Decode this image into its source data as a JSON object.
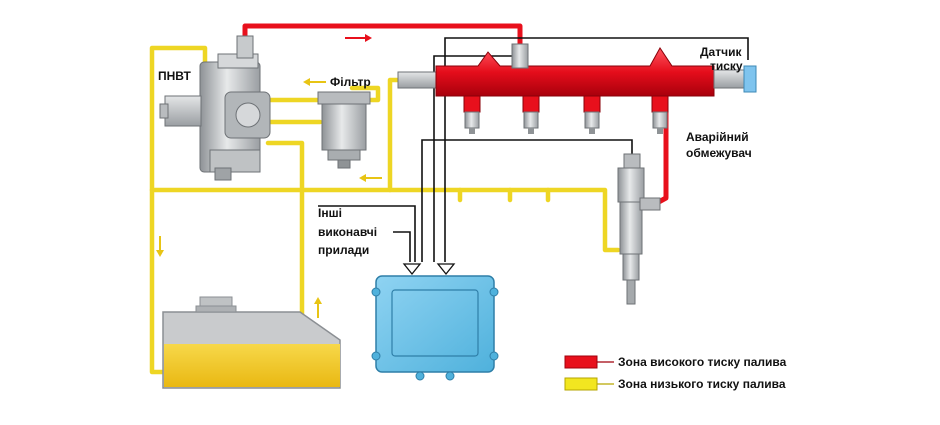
{
  "labels": {
    "pump": "ПНВТ",
    "filter": "Фільтр",
    "sensor_line1": "Датчик",
    "sensor_line2": "тиску",
    "limiter_line1": "Аварійний",
    "limiter_line2": "обмежувач",
    "actuators_line1": "Інші",
    "actuators_line2": "виконавчі",
    "actuators_line3": "прилади"
  },
  "legend": [
    {
      "label": "Зона високого тиску палива",
      "color": "#e8101c"
    },
    {
      "label": "Зона низького тиску палива",
      "color": "#f2e620"
    }
  ],
  "colors": {
    "high_pressure": "#e8101c",
    "low_pressure": "#eed624",
    "metal": "#c9ccce",
    "ecu": "#6ec4ea",
    "wire": "#111111",
    "fuel": "#f2c41c",
    "arrow_low": "#e8c414"
  },
  "icons": {
    "rail": "fuel-rail",
    "injectors": "injector-nozzle",
    "pump": "hp-pump",
    "filter": "fuel-filter",
    "tank": "fuel-tank",
    "ecu": "control-unit"
  }
}
